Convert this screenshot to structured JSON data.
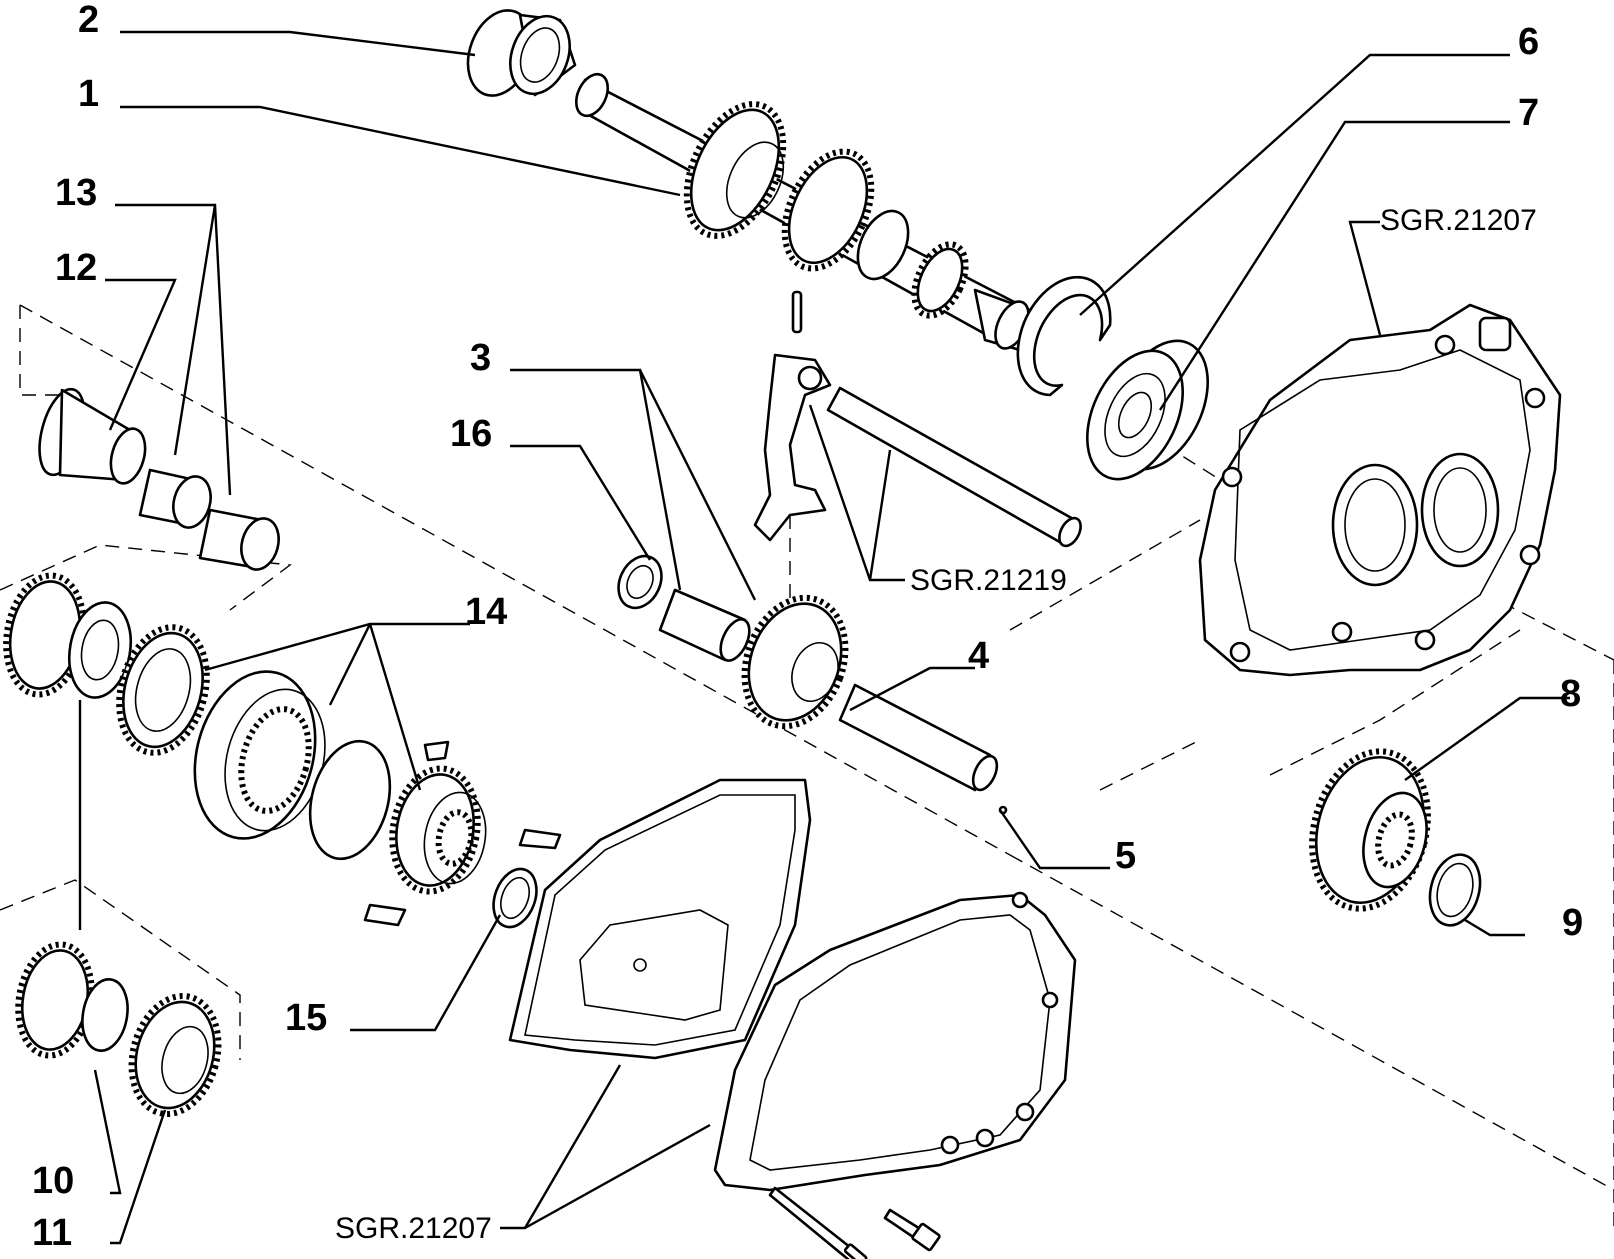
{
  "callouts": {
    "c1": "1",
    "c2": "2",
    "c3": "3",
    "c4": "4",
    "c5": "5",
    "c6": "6",
    "c7": "7",
    "c8": "8",
    "c9": "9",
    "c10": "10",
    "c11": "11",
    "c12": "12",
    "c13": "13",
    "c14": "14",
    "c15": "15",
    "c16": "16"
  },
  "references": {
    "top_right": "SGR.21207",
    "middle": "SGR.21219",
    "bottom": "SGR.21207"
  }
}
